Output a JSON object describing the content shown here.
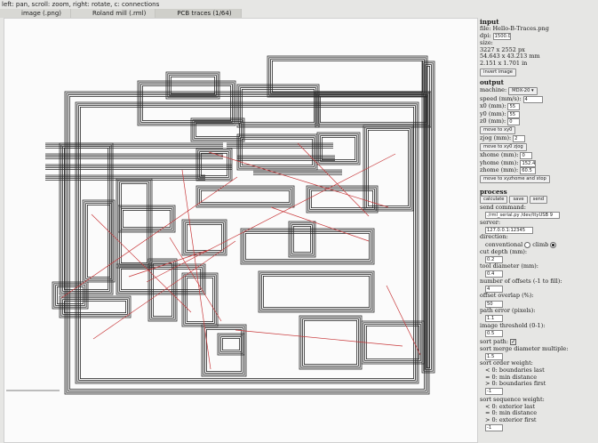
{
  "hint": "left: pan, scroll: zoom, right: rotate, c: connections",
  "tabs": [
    "image (.png)",
    "Roland mill (.rml)",
    "PCB traces (1/64)"
  ],
  "input": {
    "title": "input",
    "file": "file: Hello-B-Traces.png",
    "dpi_label": "dpi:",
    "dpi": "1500.0",
    "size_label": "size:",
    "size_px": "3227 x 2552 px",
    "size_mm": "54.643 x 43.213 mm",
    "size_in": "2.151 x 1.701 in",
    "invert": "invert image"
  },
  "output": {
    "title": "output",
    "machine_label": "machine:",
    "machine": "MDX-20 ▾",
    "speed_label": "speed (mm/s):",
    "speed": "4",
    "x0_label": "x0 (mm):",
    "x0": "55",
    "y0_label": "y0 (mm):",
    "y0": "55",
    "z0_label": "z0 (mm):",
    "z0": "0",
    "move_xy0": "move to xy0",
    "zjog_label": "zjog (mm):",
    "zjog": "2",
    "move_xy0zjog": "move to xy0 zjog",
    "xhome_label": "xhome (mm):",
    "xhome": "0",
    "yhome_label": "yhome (mm):",
    "yhome": "152.4",
    "zhome_label": "zhome (mm):",
    "zhome": "60.5",
    "move_home": "move to xyzhome and stop"
  },
  "process": {
    "title": "process",
    "calculate": "calculate",
    "save": "save",
    "send": "send",
    "send_cmd_label": "send command:",
    "send_cmd": "./rml_serial.py /dev/ttyUSB 9",
    "server_label": "server:",
    "server": "127.0.0.1:12345",
    "direction_label": "direction:",
    "conventional": "conventional",
    "climb": "climb",
    "cut_depth_label": "cut depth (mm):",
    "cut_depth": "0.2",
    "tool_diam_label": "tool diameter (mm):",
    "tool_diam": "0.4",
    "offsets_label": "number of offsets (-1 to fill):",
    "offsets": "4",
    "overlap_label": "offset overlap (%):",
    "overlap": "50",
    "path_err_label": "path error (pixels):",
    "path_err": "1.1",
    "threshold_label": "image threshold (0-1):",
    "threshold": "0.5",
    "sort_path_label": "sort path:",
    "sort_merge_label": "sort merge diameter multiple:",
    "sort_merge": "1.5",
    "order_label": "sort order weight:",
    "order_1": "< 0: boundaries last",
    "order_2": "= 0: min distance",
    "order_3": "> 0: boundaries first",
    "order_val": "-1",
    "seq_label": "sort sequence weight:",
    "seq_1": "< 0: exterior last",
    "seq_2": "= 0: min distance",
    "seq_3": "> 0: exterior first",
    "seq_val": "-1"
  },
  "colors": {
    "trace": "#2a2a2a",
    "connection": "#c8383a",
    "background": "#fbfbfb"
  }
}
